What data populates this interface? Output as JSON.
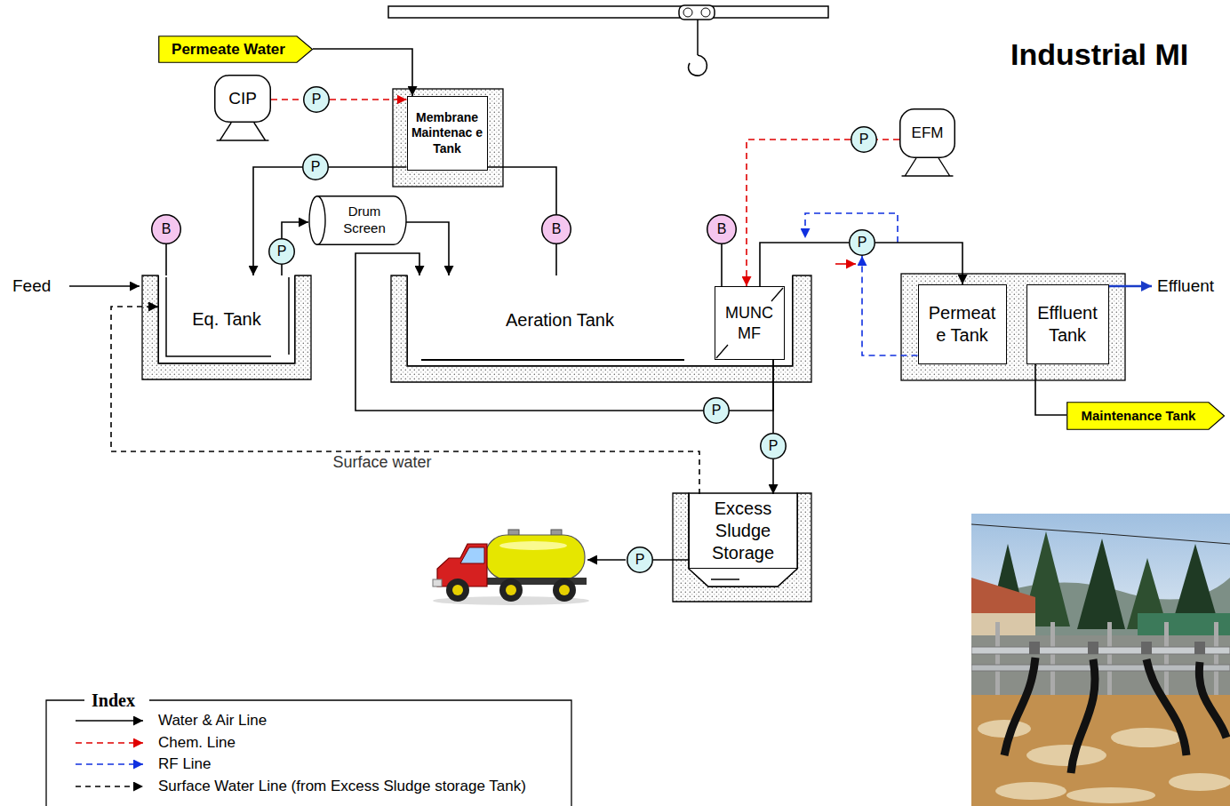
{
  "diagram": {
    "title": "Industrial MI",
    "nodes": [
      {
        "text": [
          "Permeate Water"
        ]
      },
      {
        "text": [
          "CIP"
        ]
      },
      {
        "text": [
          "P"
        ]
      },
      {
        "text": [
          "Membrane Maintenac e Tank"
        ]
      },
      {
        "text": [
          "EFM"
        ]
      },
      {
        "text": [
          "P"
        ]
      },
      {
        "text": [
          "B"
        ]
      },
      {
        "text": [
          "P"
        ]
      },
      {
        "text": [
          "Drum Screen"
        ]
      },
      {
        "text": [
          "P"
        ]
      },
      {
        "text": [
          "B"
        ]
      },
      {
        "text": [
          "B"
        ]
      },
      {
        "text": [
          "P"
        ]
      },
      {
        "text": [
          "Eq. Tank"
        ]
      },
      {
        "text": [
          "Aeration Tank"
        ]
      },
      {
        "text": [
          "MUNC MF"
        ],
        "in": 14
      },
      {
        "text": [
          "Permeat e Tank"
        ]
      },
      {
        "text": [
          "Effluent Tank"
        ]
      },
      {
        "text": [
          "P"
        ]
      },
      {
        "text": [
          "P"
        ]
      },
      {
        "text": [
          "Excess Sludge Storage"
        ]
      },
      {
        "text": [
          "P"
        ]
      },
      {
        "text": [
          "Maintenance Tank"
        ]
      }
    ],
    "edges": [
      {
        "from": 0,
        "to": 3,
        "arrow": "to"
      },
      {
        "from": 1,
        "to": 2,
        "arrow": "none"
      },
      {
        "from": 2,
        "to": 3,
        "arrow": "to"
      },
      {
        "from": 6,
        "to": 13,
        "arrow": "none"
      },
      {
        "from": 3,
        "to": 7,
        "arrow": "none"
      },
      {
        "from": 7,
        "to": 13,
        "arrow": "to"
      },
      {
        "from": 13,
        "to": 9,
        "arrow": "none"
      },
      {
        "from": 9,
        "to": 8,
        "arrow": "to"
      },
      {
        "from": 8,
        "to": 14,
        "arrow": "to"
      },
      {
        "from": 3,
        "to": 10,
        "arrow": "none"
      },
      {
        "from": 10,
        "to": 14,
        "arrow": "none"
      },
      {
        "from": 11,
        "to": 15,
        "arrow": "none"
      },
      {
        "from": 4,
        "to": 5,
        "arrow": "none"
      },
      {
        "from": 5,
        "to": 15,
        "arrow": "to"
      },
      {
        "from": 15,
        "to": 12,
        "arrow": "none"
      },
      {
        "from": 12,
        "to": 16,
        "arrow": "to"
      },
      {
        "from": 16,
        "to": 12,
        "arrow": "to"
      },
      {
        "from": 17,
        "to": 22,
        "arrow": "none"
      },
      {
        "from": 15,
        "to": 18,
        "arrow": "none"
      },
      {
        "from": 18,
        "to": 14,
        "arrow": "to"
      },
      {
        "from": 15,
        "to": 19,
        "arrow": "none"
      },
      {
        "from": 19,
        "to": 20,
        "arrow": "to"
      },
      {
        "from": 20,
        "to": 21,
        "arrow": "none"
      },
      {
        "from": 20,
        "to": 13,
        "arrow": "to",
        "label": "Surface water"
      }
    ],
    "labels": [
      "Feed",
      "Effluent",
      "Index"
    ],
    "legend": [
      {
        "text": "Water & Air Line"
      },
      {
        "text": "Chem. Line"
      },
      {
        "text": "RF Line"
      },
      {
        "text": "Surface Water Line (from Excess Sludge storage Tank)"
      }
    ]
  }
}
